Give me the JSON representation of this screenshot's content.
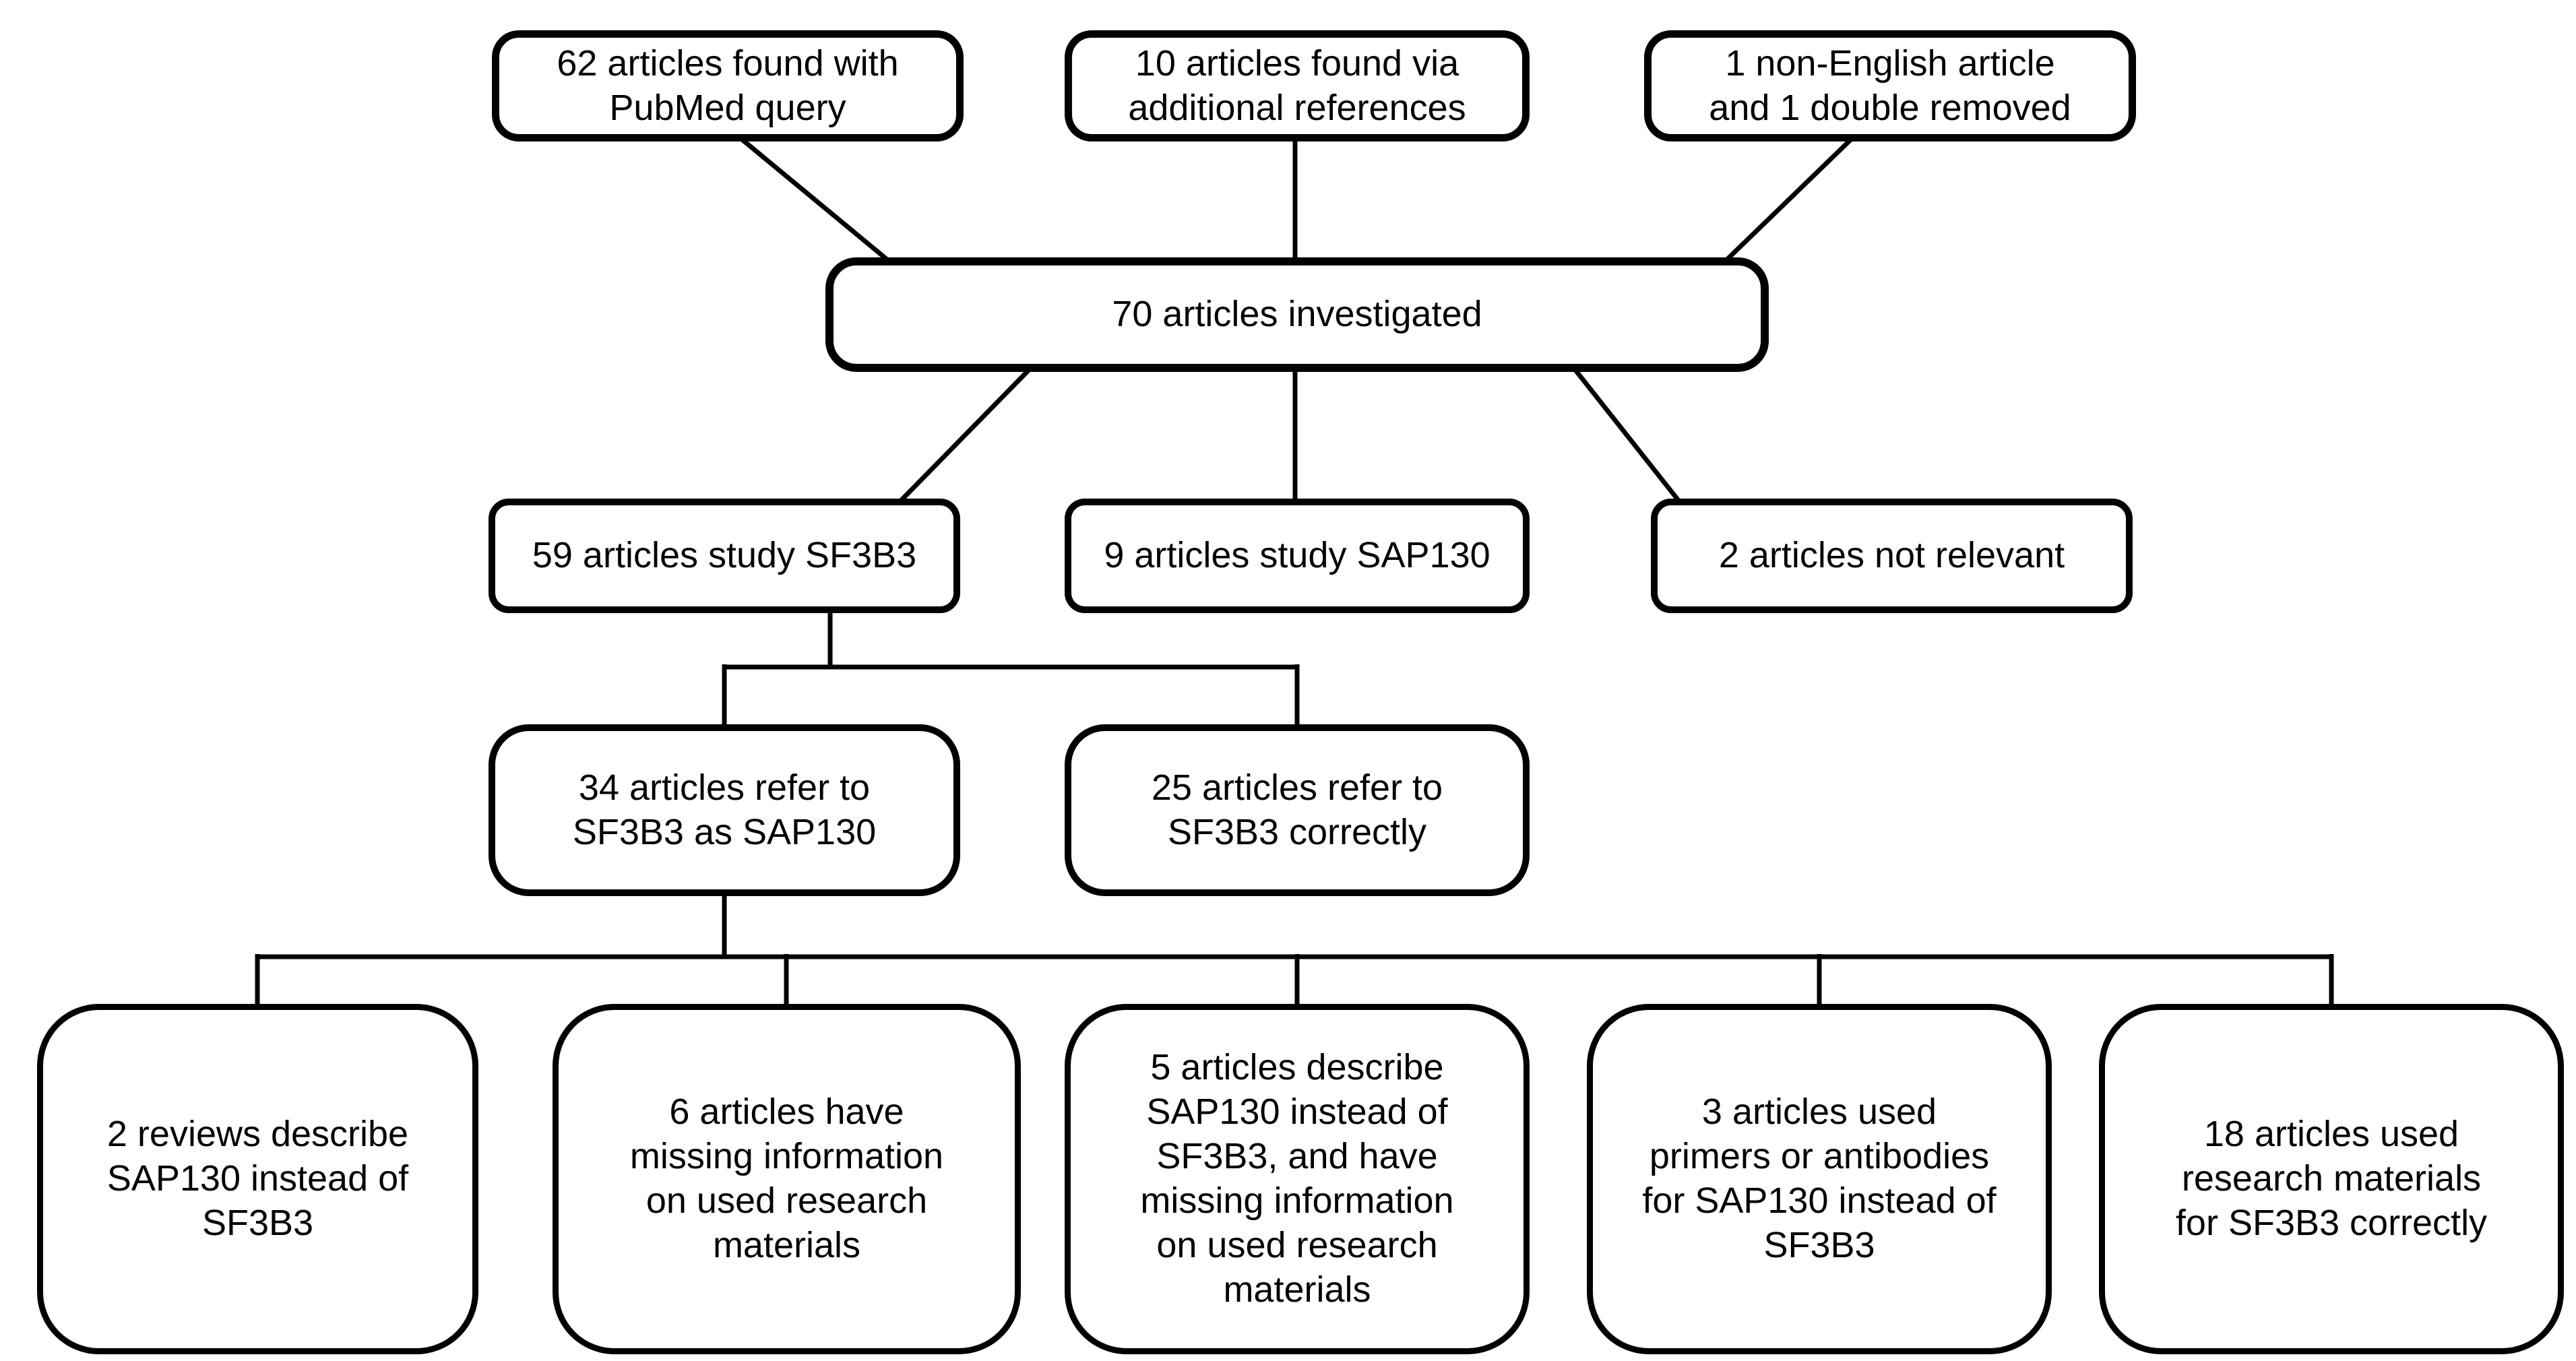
{
  "diagram": {
    "type": "flowchart",
    "background_color": "#ffffff",
    "box_border_color": "#000000",
    "text_color": "#000000",
    "nodes": [
      {
        "id": "pubmed",
        "label": "62 articles found with\nPubMed query"
      },
      {
        "id": "additional",
        "label": "10 articles found via\nadditional references"
      },
      {
        "id": "removed",
        "label": "1 non-English article\nand 1 double removed"
      },
      {
        "id": "investigated",
        "label": "70 articles investigated"
      },
      {
        "id": "sf3b3",
        "label": "59 articles study SF3B3"
      },
      {
        "id": "sap130",
        "label": "9 articles study SAP130"
      },
      {
        "id": "not-relevant",
        "label": "2 articles not relevant"
      },
      {
        "id": "refer-as-sap130",
        "label": "34 articles refer to\nSF3B3 as SAP130"
      },
      {
        "id": "refer-correctly",
        "label": "25 articles refer to\nSF3B3 correctly"
      },
      {
        "id": "reviews-describe",
        "label": "2 reviews describe\nSAP130 instead of\nSF3B3"
      },
      {
        "id": "missing-info",
        "label": "6 articles have\nmissing information\non used research\nmaterials"
      },
      {
        "id": "describe-and-missing",
        "label": "5 articles describe\nSAP130 instead of\nSF3B3, and have\nmissing information\non used research\nmaterials"
      },
      {
        "id": "primers-antibodies",
        "label": "3 articles used\nprimers or antibodies\nfor SAP130 instead of\nSF3B3"
      },
      {
        "id": "materials-correct",
        "label": "18 articles used\nresearch materials\nfor SF3B3 correctly"
      }
    ],
    "edges": [
      {
        "from": "pubmed",
        "to": "investigated"
      },
      {
        "from": "additional",
        "to": "investigated"
      },
      {
        "from": "removed",
        "to": "investigated"
      },
      {
        "from": "investigated",
        "to": "sf3b3"
      },
      {
        "from": "investigated",
        "to": "sap130"
      },
      {
        "from": "investigated",
        "to": "not-relevant"
      },
      {
        "from": "sf3b3",
        "to": "refer-as-sap130"
      },
      {
        "from": "sf3b3",
        "to": "refer-correctly"
      },
      {
        "from": "refer-as-sap130",
        "to": "reviews-describe"
      },
      {
        "from": "refer-as-sap130",
        "to": "missing-info"
      },
      {
        "from": "refer-as-sap130",
        "to": "describe-and-missing"
      },
      {
        "from": "refer-as-sap130",
        "to": "primers-antibodies"
      },
      {
        "from": "refer-as-sap130",
        "to": "materials-correct"
      }
    ]
  }
}
